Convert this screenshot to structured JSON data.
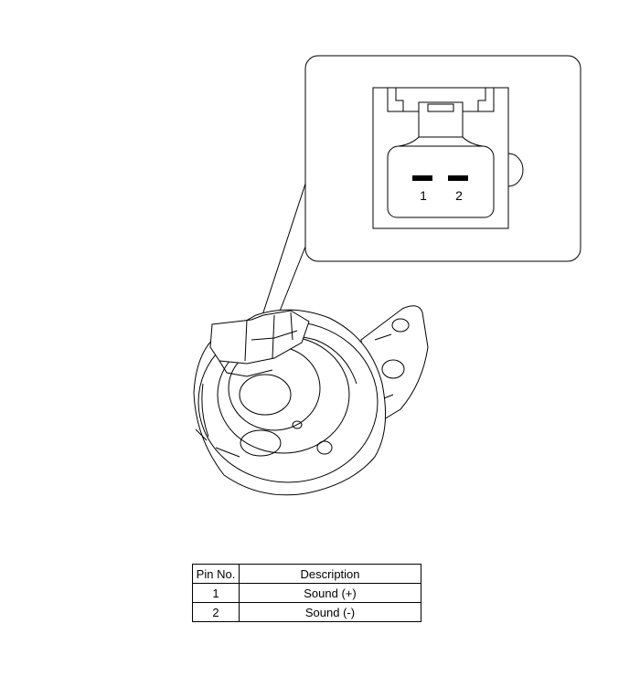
{
  "connector": {
    "pins": [
      {
        "number": "1"
      },
      {
        "number": "2"
      }
    ]
  },
  "table": {
    "headers": {
      "pin": "Pin No.",
      "description": "Description"
    },
    "rows": [
      {
        "pin": "1",
        "description": "Sound (+)"
      },
      {
        "pin": "2",
        "description": "Sound (-)"
      }
    ]
  }
}
